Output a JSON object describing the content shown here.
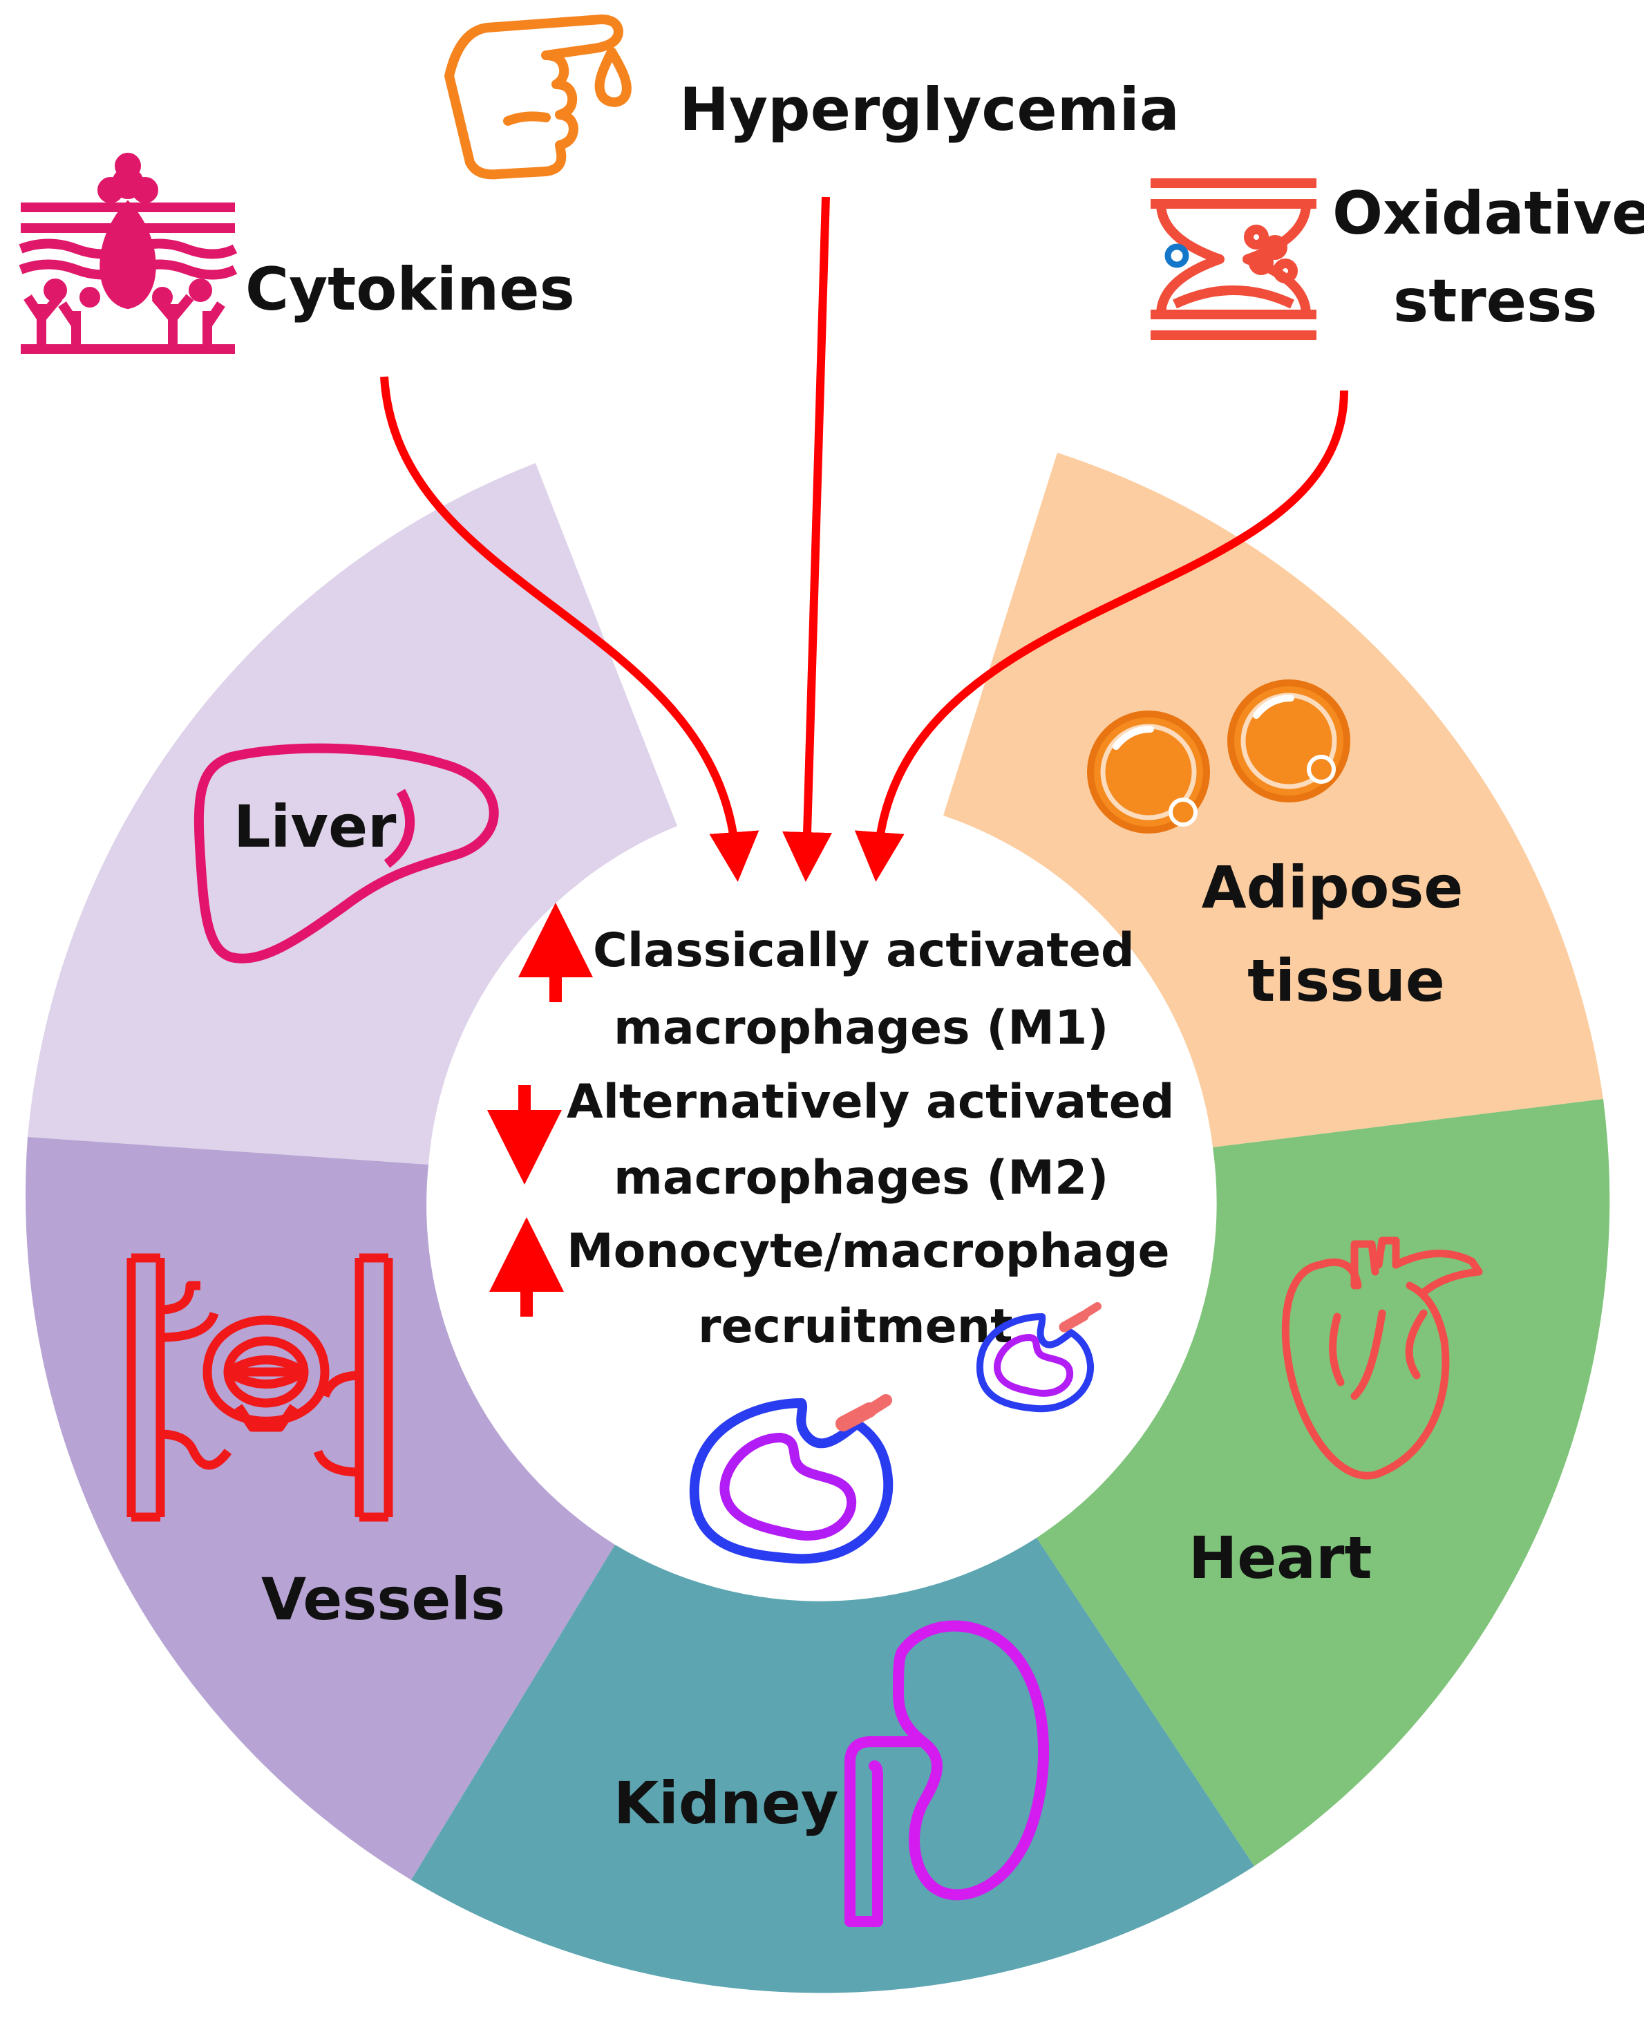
{
  "colors": {
    "liver": "#ded3ea",
    "adipose": "#fccda0",
    "vessels": "#b7a4d4",
    "heart": "#7fc47a",
    "kidney": "#5ca5b1",
    "arrow_red": "#ff0000",
    "cytokines_icon": "#e0186a",
    "hyperglycemia_icon": "#f5841f",
    "oxidative_icon": "#f04e3a",
    "macrophage_blue": "#2a3cf0",
    "macrophage_purple": "#b21cf5"
  },
  "triggers": {
    "cytokines": {
      "label": "Cytokines",
      "icon": "skin-cytokine-icon"
    },
    "hyperglycemia": {
      "label": "Hyperglycemia",
      "icon": "finger-blood-drop-icon"
    },
    "oxidative": {
      "line1": "Oxidative",
      "line2": "stress",
      "icon": "hourglass-molecules-icon"
    }
  },
  "organs": {
    "liver": {
      "label": "Liver",
      "icon": "liver-icon"
    },
    "adipose": {
      "line1": "Adipose",
      "line2": "tissue",
      "icon": "fat-cells-icon"
    },
    "vessels": {
      "label": "Vessels",
      "icon": "blood-vessels-icon"
    },
    "heart": {
      "label": "Heart",
      "icon": "heart-icon"
    },
    "kidney": {
      "label": "Kidney",
      "icon": "kidney-icon"
    }
  },
  "center": {
    "item1": {
      "direction": "up",
      "line1": "Classically activated",
      "line2": "macrophages (M1)"
    },
    "item2": {
      "direction": "down",
      "line1": "Alternatively activated",
      "line2": "macrophages (M2)"
    },
    "item3": {
      "direction": "up",
      "line1": "Monocyte/macrophage",
      "line2": "recruitment"
    },
    "icon": "macrophage-icon"
  }
}
